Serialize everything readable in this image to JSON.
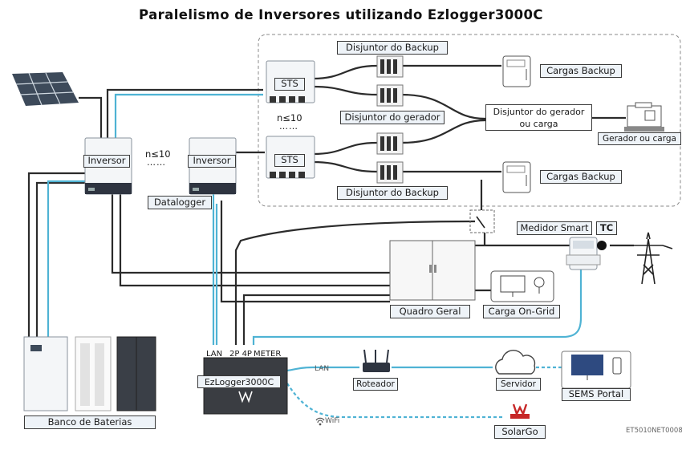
{
  "title": "Paralelismo de Inversores utilizando Ezlogger3000C",
  "labels": {
    "inversor": "Inversor",
    "n10": "n≤10",
    "datalogger": "Datalogger",
    "sts": "STS",
    "disjuntor_backup": "Disjuntor do Backup",
    "disjuntor_gerador": "Disjuntor do gerador",
    "disjuntor_gerador_carga_l1": "Disjuntor do gerador",
    "disjuntor_gerador_carga_l2": "ou carga",
    "cargas_backup": "Cargas Backup",
    "gerador_carga": "Gerador ou carga",
    "medidor_smart": "Medidor Smart",
    "tc": "TC",
    "quadro_geral": "Quadro Geral",
    "carga_on_grid": "Carga On-Grid",
    "banco_baterias": "Banco de Baterias",
    "lan_port": "LAN",
    "ports_2p_4p": "2P 4P",
    "meter_port": "METER",
    "ezlogger": "EzLogger3000C",
    "lan": "LAN",
    "wifi": "WiFi",
    "roteador": "Roteador",
    "servidor": "Servidor",
    "sems_portal": "SEMS Portal",
    "solargo": "SolarGo",
    "doc_code": "ET5010NET0008"
  },
  "colors": {
    "ac_line": "#2b2b2b",
    "comm_line": "#4fb3d4",
    "label_bg": "#eef3f8",
    "dashed_border": "#888888"
  }
}
